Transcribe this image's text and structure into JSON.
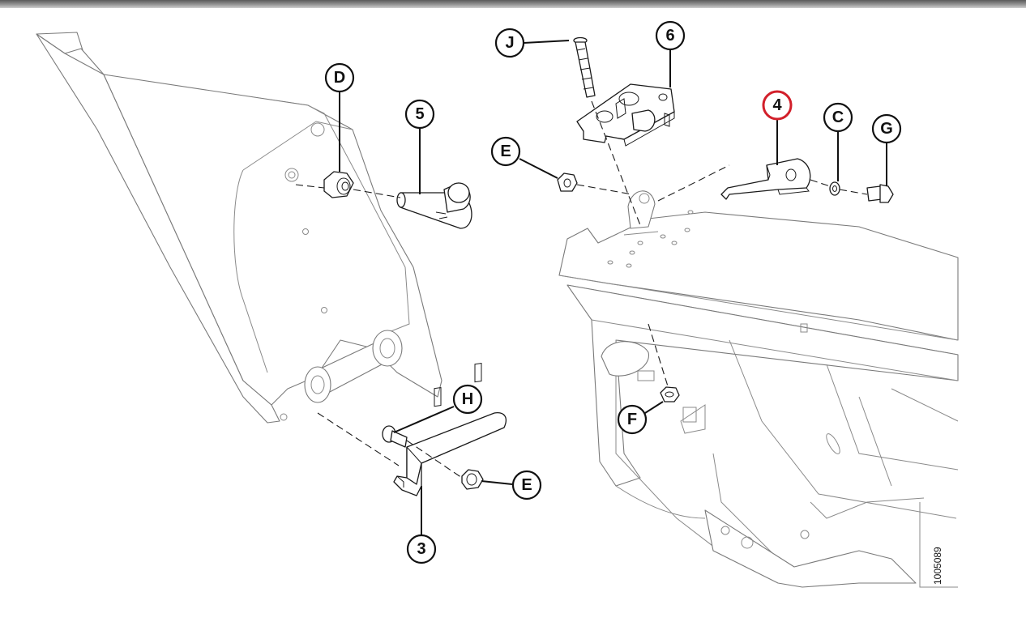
{
  "figure": {
    "id_text": "1005089",
    "callouts": [
      {
        "key": "D",
        "label": "D",
        "highlighted": false
      },
      {
        "key": "5",
        "label": "5",
        "highlighted": false
      },
      {
        "key": "J",
        "label": "J",
        "highlighted": false
      },
      {
        "key": "6",
        "label": "6",
        "highlighted": false
      },
      {
        "key": "4",
        "label": "4",
        "highlighted": true
      },
      {
        "key": "C",
        "label": "C",
        "highlighted": false
      },
      {
        "key": "G",
        "label": "G",
        "highlighted": false
      },
      {
        "key": "E1",
        "label": "E",
        "highlighted": false
      },
      {
        "key": "H",
        "label": "H",
        "highlighted": false
      },
      {
        "key": "E2",
        "label": "E",
        "highlighted": false
      },
      {
        "key": "F",
        "label": "F",
        "highlighted": false
      },
      {
        "key": "3",
        "label": "3",
        "highlighted": false
      }
    ],
    "colors": {
      "line": "#1a1a1a",
      "highlight_ring": "#d21f2a",
      "background": "#ffffff"
    }
  }
}
